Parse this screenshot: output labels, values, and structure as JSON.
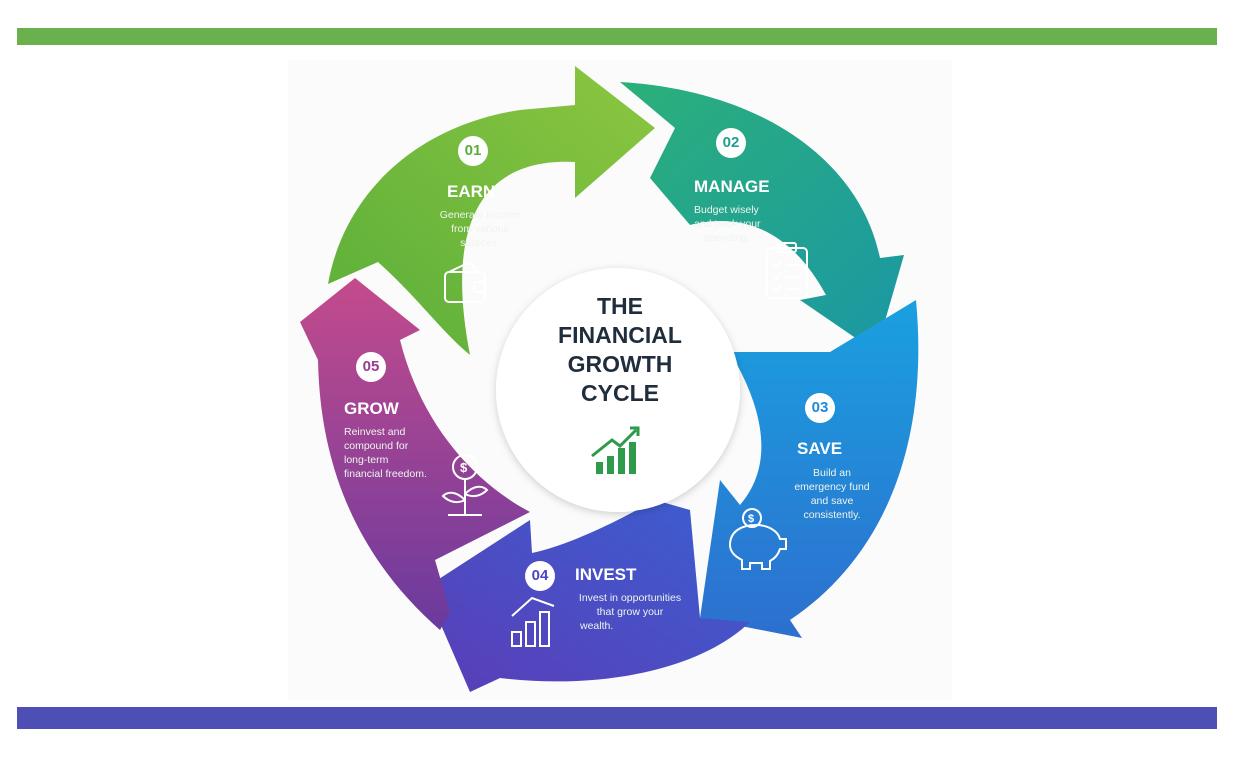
{
  "center": {
    "title_lines": [
      "THE",
      "FINANCIAL",
      "GROWTH",
      "CYCLE"
    ],
    "icon": "growth-chart-icon"
  },
  "stages": [
    {
      "number": "01",
      "title": "EARN",
      "description_lines": [
        "Generate income",
        "from various",
        "sources."
      ],
      "icon": "wallet-icon",
      "color": "#5daf3c"
    },
    {
      "number": "02",
      "title": "MANAGE",
      "description_lines": [
        "Budget wisely",
        "and track your",
        "spending."
      ],
      "icon": "clipboard-checklist-icon",
      "color": "#22a38f"
    },
    {
      "number": "03",
      "title": "SAVE",
      "description_lines": [
        "Build an",
        "emergency fund",
        "and save",
        "consistently."
      ],
      "icon": "piggy-bank-icon",
      "color": "#2189d8"
    },
    {
      "number": "04",
      "title": "INVEST",
      "description_lines": [
        "Invest in opportunities",
        "that grow your",
        "wealth."
      ],
      "icon": "bar-chart-icon",
      "color": "#4a46bf"
    },
    {
      "number": "05",
      "title": "GROW",
      "description_lines": [
        "Reinvest and",
        "compound for",
        "long-term",
        "financial freedom."
      ],
      "icon": "money-plant-icon",
      "color": "#9a3a8f"
    }
  ],
  "colors": {
    "top_bar": "#6ab04c",
    "bottom_bar": "#4e4fb5",
    "center_text": "#1f2d3d",
    "center_icon": "#2e9a4a"
  }
}
